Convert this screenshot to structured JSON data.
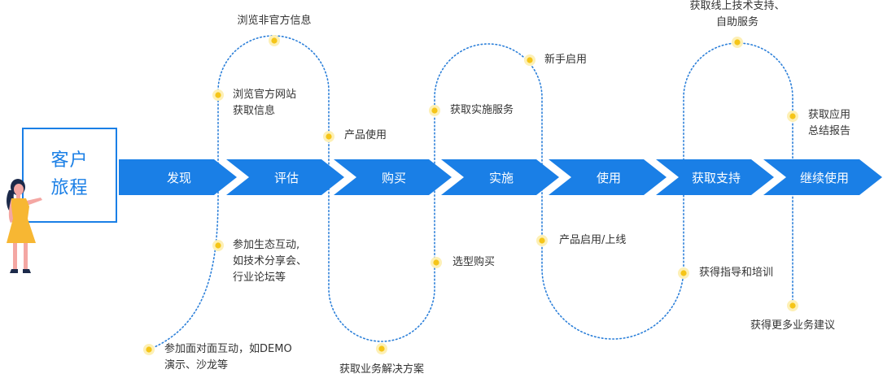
{
  "title": {
    "line1": "客户",
    "line2": "旅程"
  },
  "stages": [
    "发现",
    "评估",
    "购买",
    "实施",
    "使用",
    "获取支持",
    "继续使用"
  ],
  "touchpoints": {
    "browse_unofficial": "浏览非官方信息",
    "browse_official": [
      "浏览官方网站",
      "获取信息"
    ],
    "product_usage": "产品使用",
    "ecosystem": [
      "参加生态互动,",
      "如技术分享会、",
      "行业论坛等"
    ],
    "face_to_face": [
      "参加面对面互动，如DEMO",
      "演示、沙龙等"
    ],
    "solution": "获取业务解决方案",
    "impl_service": "获取实施服务",
    "selection": "选型购买",
    "onboarding": "新手启用",
    "go_live": "产品启用/上线",
    "online_support": [
      "获取线上技术支持、",
      "自助服务"
    ],
    "guidance": "获得指导和培训",
    "app_report": [
      "获取应用",
      "总结报告"
    ],
    "more_advice": "获得更多业务建议"
  },
  "colors": {
    "arrow": "#1a7fe6",
    "dot": "#f5c518",
    "dot_halo": "#fdf0b6",
    "path": "#2b7fd9",
    "person_dress": "#f7b733",
    "person_skin": "#f4a7a3"
  },
  "icons": [
    "person-illustration"
  ]
}
